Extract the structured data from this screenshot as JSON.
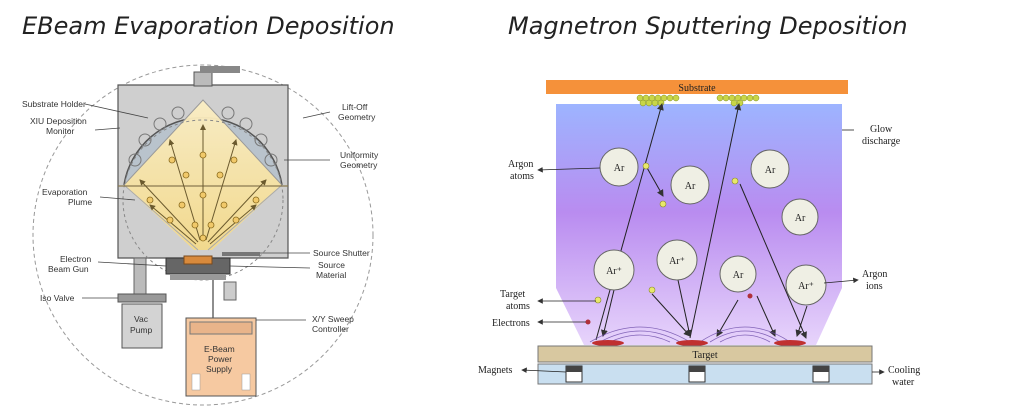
{
  "left_panel": {
    "title": "EBeam Evaporation Deposition",
    "labels": {
      "substrate_holder": "Substrate Holder",
      "xiu_line1": "XIU Deposition",
      "xiu_line2": "Monitor",
      "liftoff_line1": "Lift-Off",
      "liftoff_line2": "Geometry",
      "uniformity_line1": "Uniformity",
      "uniformity_line2": "Geometry",
      "plume_line1": "Evaporation",
      "plume_line2": "Plume",
      "gun_line1": "Electron",
      "gun_line2": "Beam Gun",
      "shutter": "Source Shutter",
      "material_line1": "Source",
      "material_line2": "Material",
      "iso_valve": "Iso Valve",
      "vac_line1": "Vac",
      "vac_line2": "Pump",
      "sweep_line1": "X/Y Sweep",
      "sweep_line2": "Controller",
      "supply_line1": "E-Beam",
      "supply_line2": "Power",
      "supply_line3": "Supply"
    }
  },
  "right_panel": {
    "title": "Magnetron Sputtering Deposition",
    "labels": {
      "substrate": "Substrate",
      "glow_line1": "Glow",
      "glow_line2": "discharge",
      "argon_atoms_line1": "Argon",
      "argon_atoms_line2": "atoms",
      "argon_ions_line1": "Argon",
      "argon_ions_line2": "ions",
      "target_atoms_line1": "Target",
      "target_atoms_line2": "atoms",
      "electrons": "Electrons",
      "target": "Target",
      "magnets": "Magnets",
      "cooling_line1": "Cooling",
      "cooling_line2": "water",
      "ar": "Ar",
      "ar_ion": "Ar⁺"
    }
  },
  "colors": {
    "substrate": "#f5913a",
    "target": "#d8c8a0",
    "cooling": "#c9dff0",
    "plume": "#f3dc8e",
    "chamber": "#c9c9c9",
    "power_supply": "#f5c9a0"
  }
}
